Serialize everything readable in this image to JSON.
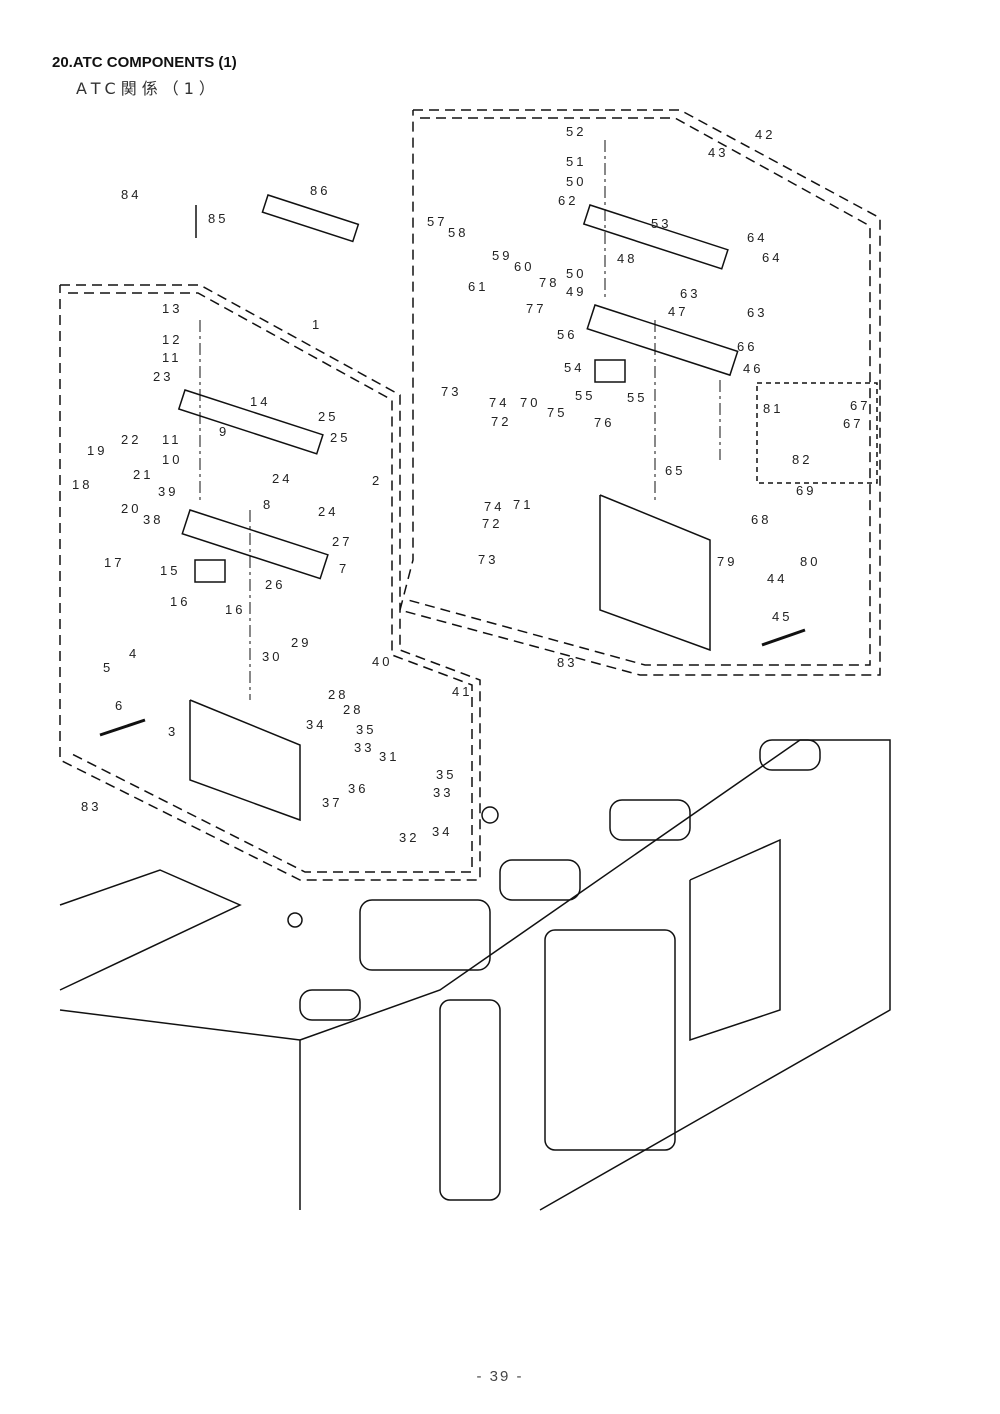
{
  "header": {
    "title": "20.ATC COMPONENTS (1)",
    "subtitle": "ATC関係（1）"
  },
  "callouts": [
    "84",
    "85",
    "86",
    "42",
    "43",
    "52",
    "51",
    "50",
    "62",
    "53",
    "64",
    "64",
    "57",
    "58",
    "59",
    "60",
    "61",
    "78",
    "50",
    "48",
    "49",
    "63",
    "63",
    "77",
    "47",
    "56",
    "66",
    "54",
    "46",
    "55",
    "55",
    "73",
    "74",
    "70",
    "75",
    "72",
    "76",
    "81",
    "67",
    "67",
    "82",
    "65",
    "69",
    "74",
    "71",
    "72",
    "68",
    "73",
    "79",
    "44",
    "80",
    "45",
    "83",
    "1",
    "2",
    "13",
    "12",
    "11",
    "23",
    "14",
    "25",
    "25",
    "22",
    "9",
    "11",
    "10",
    "19",
    "18",
    "21",
    "20",
    "39",
    "38",
    "8",
    "24",
    "24",
    "17",
    "27",
    "15",
    "7",
    "26",
    "16",
    "16",
    "4",
    "5",
    "29",
    "30",
    "40",
    "28",
    "41",
    "28",
    "6",
    "3",
    "34",
    "35",
    "33",
    "31",
    "35",
    "36",
    "33",
    "37",
    "32",
    "34",
    "83"
  ],
  "footer": {
    "page": "- 39 -"
  }
}
